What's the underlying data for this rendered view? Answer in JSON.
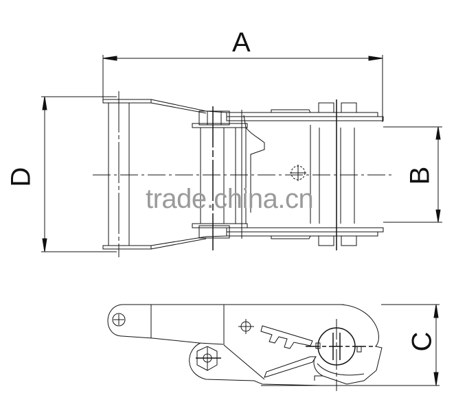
{
  "diagram": {
    "title": "Ratchet buckle dimension drawing",
    "views": [
      {
        "name": "top-view",
        "description": "Plan view of ratchet buckle with handle, spindle and frame"
      },
      {
        "name": "side-view",
        "description": "Side elevation of ratchet buckle showing handle, ratchet gear and pawl"
      }
    ],
    "dimensions": {
      "A": "A",
      "B": "B",
      "C": "C",
      "D": "D"
    },
    "watermark": "trade.china.cn",
    "colors": {
      "line": "#111111",
      "background": "#ffffff",
      "watermark": "#9a9a9a"
    }
  }
}
